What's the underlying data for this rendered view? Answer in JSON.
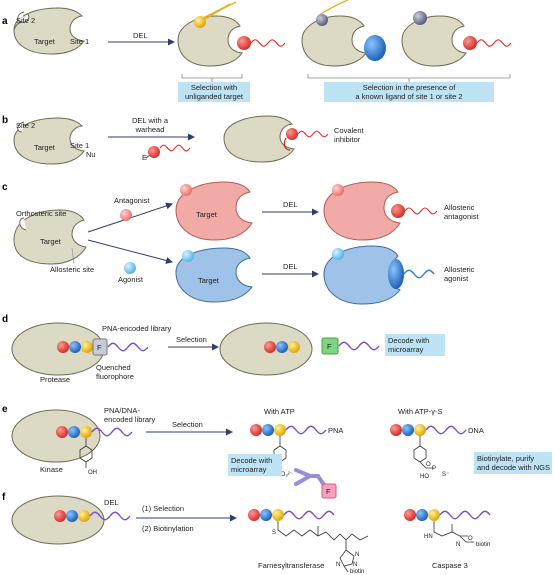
{
  "panels": {
    "a": {
      "label": "a",
      "site2": "Site 2",
      "target": "Target",
      "site1": "Site 1",
      "del": "DEL",
      "box1": [
        "Selection with",
        "unliganded target"
      ],
      "box2": [
        "Selection in the presence of",
        "a known ligand of site 1 or site 2"
      ]
    },
    "b": {
      "label": "b",
      "site2": "Site 2",
      "target": "Target",
      "site1": "Site 1",
      "nu": "Nu",
      "arrow_text": [
        "DEL with a",
        "warhead"
      ],
      "e": "E",
      "result": [
        "Covalent",
        "inhibitor"
      ]
    },
    "c": {
      "label": "c",
      "orthosteric": "Orthosteric site",
      "target": "Target",
      "allosteric": "Allosteric site",
      "antagonist": "Antagonist",
      "agonist": "Agonist",
      "target_red": "Target",
      "target_blue": "Target",
      "del1": "DEL",
      "del2": "DEL",
      "result1": [
        "Allosteric",
        "antagonist"
      ],
      "result2": [
        "Allosteric",
        "agonist"
      ]
    },
    "d": {
      "label": "d",
      "library": "PNA-encoded library",
      "f": "F",
      "protease": "Protease",
      "quenched": [
        "Quenched",
        "fluorophore"
      ],
      "selection": "Selection",
      "f2": "F",
      "decode": [
        "Decode with",
        "microarray"
      ]
    },
    "e": {
      "label": "e",
      "library": [
        "PNA/DNA-",
        "encoded library"
      ],
      "kinase": "Kinase",
      "oh": "OH",
      "selection": "Selection",
      "with_atp": "With ATP",
      "pna": "PNA",
      "opo3": "OPO₃²⁻",
      "decode": [
        "Decode with",
        "microarray"
      ],
      "f": "F",
      "with_atps": "With ATP-γ-S",
      "dna": "DNA",
      "ho": "HO",
      "p": "P",
      "o": "O",
      "s": "S⁻",
      "box": [
        "Biotinylate, purify",
        "and decode with NGS"
      ]
    },
    "f": {
      "label": "f",
      "del": "DEL",
      "step1": "(1) Selection",
      "step2": "(2) Biotinylation",
      "s": "S",
      "n1": "N",
      "n2": "N",
      "n3": "N",
      "biotin1": "biotin",
      "farnesyl": "Farnesyltransferase",
      "hn": "HN",
      "n4": "N",
      "o": "O",
      "biotin2": "biotin",
      "caspase": "Caspase 3"
    }
  },
  "colors": {
    "target_fill": "#dcd9c4",
    "red_bead": "#e8413c",
    "blue_bead": "#2f7fd6",
    "yellow_bead": "#f2c42e",
    "highlight_box": "#bde3f5",
    "arrow": "#2e3f6b"
  }
}
